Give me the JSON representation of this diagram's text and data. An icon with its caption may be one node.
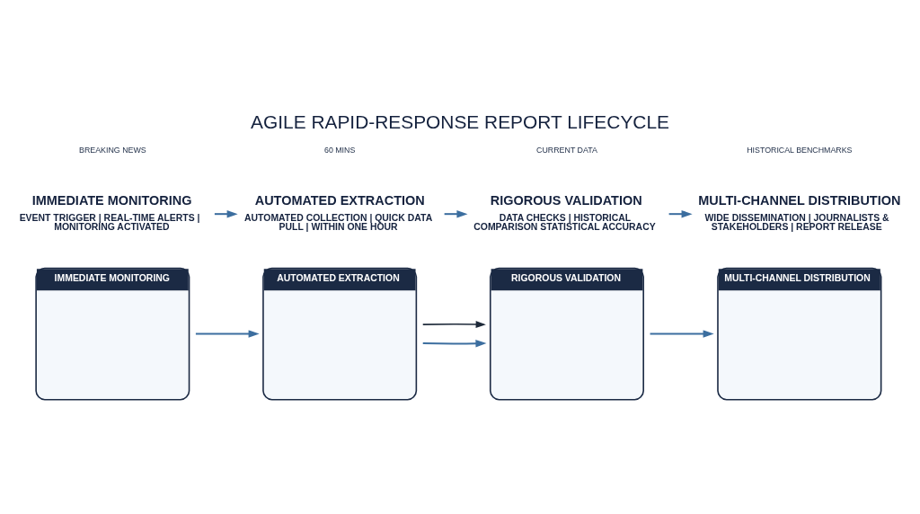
{
  "diagram": {
    "title": "AGILE RAPID-RESPONSE REPORT LIFECYCLE",
    "nodes": [
      {
        "text": [
          "IMMEDIATE MONITORING"
        ]
      },
      {
        "text": [
          "AUTOMATED EXTRACTION"
        ]
      },
      {
        "text": [
          "RIGOROUS VALIDATION"
        ]
      },
      {
        "text": [
          "MULTI-CHANNEL DISTRIBUTION"
        ]
      },
      {
        "text": [
          "IMMEDIATE MONITORING",
          "EVENT TRIGGER | REAL-TIME ALERTS | MONITORING ACTIVATED"
        ]
      },
      {
        "text": [
          "AUTOMATED EXTRACTION",
          "AUTOMATED COLLECTION | QUICK DATA PULL | WITHIN ONE HOUR"
        ]
      },
      {
        "text": [
          "RIGOROUS VALIDATION",
          "DATA CHECKS | HISTORICAL COMPARISON STATISTICAL ACCURACY"
        ]
      },
      {
        "text": [
          "MULTI-CHANNEL DISTRIBUTION",
          "WIDE DISSEMINATION | JOURNALISTS & STAKEHOLDERS | REPORT RELEASE"
        ]
      }
    ],
    "edges": [
      {
        "from": 0,
        "to": 1,
        "arrow": "to"
      },
      {
        "from": 1,
        "to": 2,
        "arrow": "to"
      },
      {
        "from": 2,
        "to": 3,
        "arrow": "to"
      },
      {
        "from": 1,
        "to": 2,
        "arrow": "to",
        "color": "#1e2a3a"
      },
      {
        "from": 4,
        "to": 5,
        "arrow": "to"
      },
      {
        "from": 5,
        "to": 6,
        "arrow": "to"
      },
      {
        "from": 6,
        "to": 7,
        "arrow": "to"
      }
    ],
    "labels": [
      "BREAKING NEWS",
      "60 MINS",
      "CURRENT DATA",
      "HISTORICAL BENCHMARKS"
    ]
  }
}
